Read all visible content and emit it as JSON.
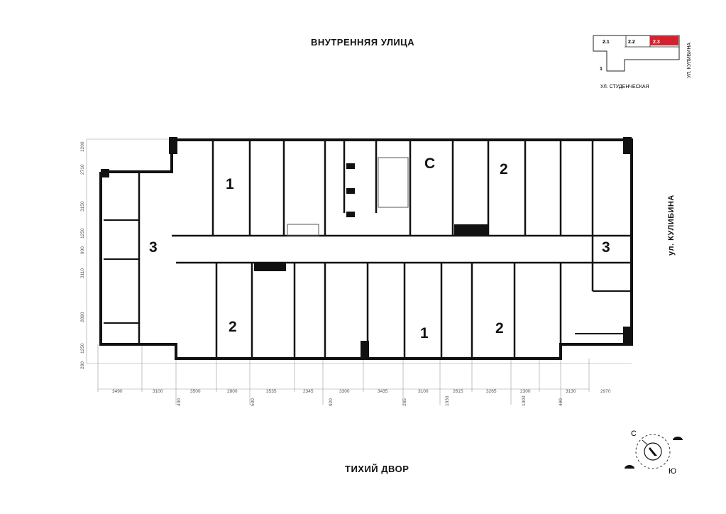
{
  "streets": {
    "top": "ВНУТРЕННЯЯ УЛИЦА",
    "bottom": "ТИХИЙ ДВОР",
    "right": "ул. КУЛИБИНА"
  },
  "keyplan": {
    "sections": [
      {
        "label": "2.1",
        "highlight": false
      },
      {
        "label": "2.2",
        "highlight": false
      },
      {
        "label": "2.3",
        "highlight": true
      },
      {
        "label": "1",
        "highlight": false
      }
    ],
    "street_bottom": "УЛ. СТУДЕНЧЕСКАЯ",
    "street_right": "УЛ. КУЛИБИНА",
    "highlight_color": "#d7202e"
  },
  "apartments": [
    "3",
    "1",
    "2",
    "C",
    "2",
    "3",
    "2",
    "1",
    "2"
  ],
  "dimensions_bottom": [
    "3490",
    "3100",
    "3500",
    "2800",
    "3535",
    "2345",
    "3300",
    "3435",
    "3100",
    "2615",
    "3265",
    "2300",
    "3130",
    "2970"
  ],
  "dimensions_bottom_secondary": [
    "400",
    "500",
    "920",
    "265",
    "1030",
    "1000",
    "490"
  ],
  "dimensions_left": [
    "1200",
    "2710",
    "3150",
    "1250",
    "900",
    "3110",
    "2890",
    "1250",
    "280"
  ],
  "compass": {
    "north": "С",
    "south": "Ю"
  }
}
